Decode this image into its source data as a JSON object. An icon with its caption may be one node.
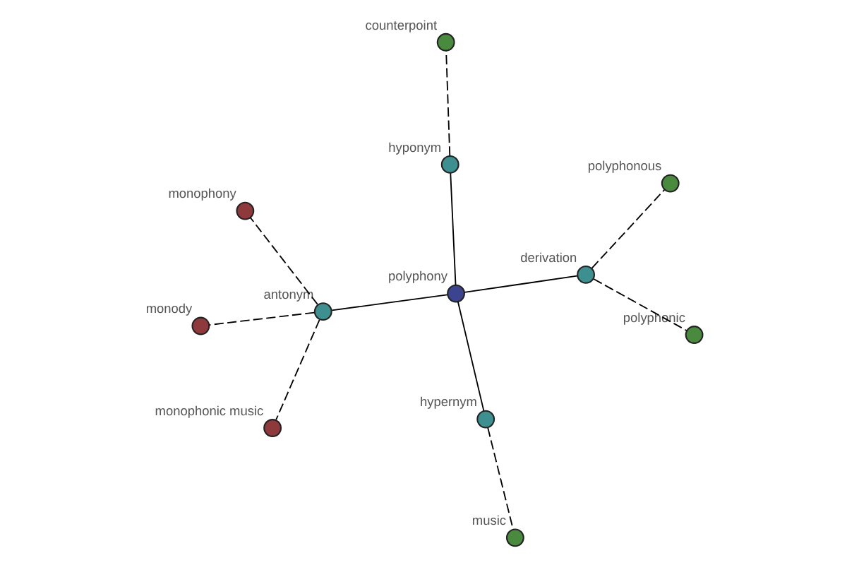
{
  "diagram": {
    "nodes": [
      {
        "text": [
          "counterpoint"
        ]
      },
      {
        "text": [
          "hyponym"
        ]
      },
      {
        "text": [
          "polyphony"
        ]
      },
      {
        "text": [
          "derivation"
        ]
      },
      {
        "text": [
          "polyphonic"
        ]
      },
      {
        "text": [
          "monophony"
        ]
      },
      {
        "text": [
          "antonym"
        ]
      },
      {
        "text": [
          "hypernym"
        ]
      },
      {
        "text": [
          "polyphonous"
        ]
      },
      {
        "text": [
          "monophonic music"
        ]
      },
      {
        "text": [
          "music"
        ]
      },
      {
        "text": [
          "monody"
        ]
      }
    ],
    "edges": [
      {
        "from": 2,
        "to": 1,
        "arrow": "none"
      },
      {
        "from": 1,
        "to": 0,
        "arrow": "none",
        "style": "dashed"
      },
      {
        "from": 2,
        "to": 6,
        "arrow": "none"
      },
      {
        "from": 2,
        "to": 7,
        "arrow": "none"
      },
      {
        "from": 2,
        "to": 3,
        "arrow": "none"
      },
      {
        "from": 3,
        "to": 4,
        "arrow": "none",
        "style": "dashed"
      },
      {
        "from": 3,
        "to": 8,
        "arrow": "none",
        "style": "dashed"
      },
      {
        "from": 6,
        "to": 5,
        "arrow": "none",
        "style": "dashed"
      },
      {
        "from": 6,
        "to": 9,
        "arrow": "none",
        "style": "dashed"
      },
      {
        "from": 6,
        "to": 11,
        "arrow": "none",
        "style": "dashed"
      },
      {
        "from": 7,
        "to": 10,
        "arrow": "none",
        "style": "dashed"
      }
    ]
  }
}
